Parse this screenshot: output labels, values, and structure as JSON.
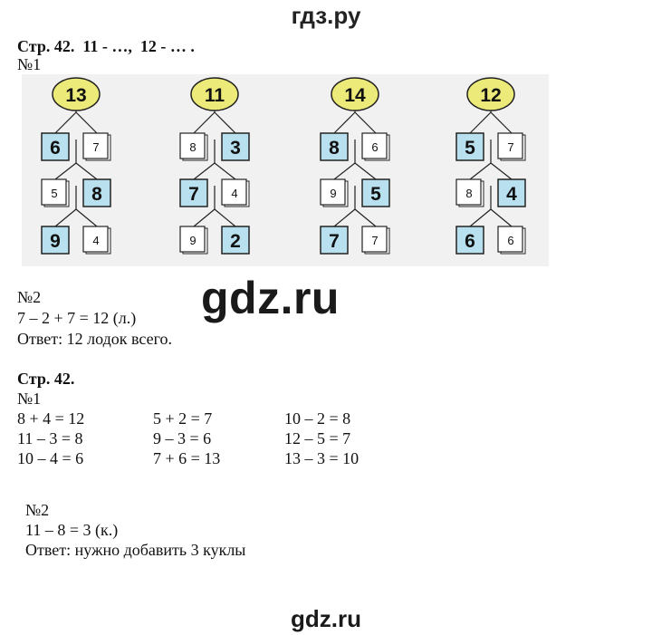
{
  "site": {
    "top": "гдз.ру",
    "middle": "gdz.ru",
    "bottom": "gdz.ru"
  },
  "section1": {
    "heading": "Стр. 42.  11 - …,  12 - … .",
    "task1_label": "№1",
    "trees": [
      {
        "top": "13",
        "rows": [
          [
            "6",
            "7"
          ],
          [
            "5",
            "8"
          ],
          [
            "9",
            "4"
          ]
        ]
      },
      {
        "top": "11",
        "rows": [
          [
            "8",
            "3"
          ],
          [
            "7",
            "4"
          ],
          [
            "9",
            "2"
          ]
        ]
      },
      {
        "top": "14",
        "rows": [
          [
            "8",
            "6"
          ],
          [
            "9",
            "5"
          ],
          [
            "7",
            "7"
          ]
        ]
      },
      {
        "top": "12",
        "rows": [
          [
            "5",
            "7"
          ],
          [
            "8",
            "4"
          ],
          [
            "6",
            "6"
          ]
        ]
      }
    ],
    "task2_label": "№2",
    "task2_expr": "7 – 2 + 7 = 12 (л.)",
    "task2_answer": "Ответ: 12 лодок всего."
  },
  "section2": {
    "heading": "Стр. 42.",
    "task1_label": "№1",
    "equations": [
      "8 + 4 = 12",
      "5 + 2 = 7",
      "10 – 2 = 8",
      "11 – 3 = 8",
      "9 – 3 = 6",
      "12 – 5 = 7",
      "10 – 4 = 6",
      "7 + 6 = 13",
      "13 – 3 = 10"
    ],
    "task2_label": "№2",
    "task2_expr": "11 – 8 = 3 (к.)",
    "task2_answer": "Ответ: нужно добавить 3 куклы"
  },
  "colors": {
    "circle_fill": "#ecea78",
    "blue_box_fill": "#b8e0ee",
    "box_stroke": "#222222",
    "panel_bg": "#f1f1f1"
  }
}
